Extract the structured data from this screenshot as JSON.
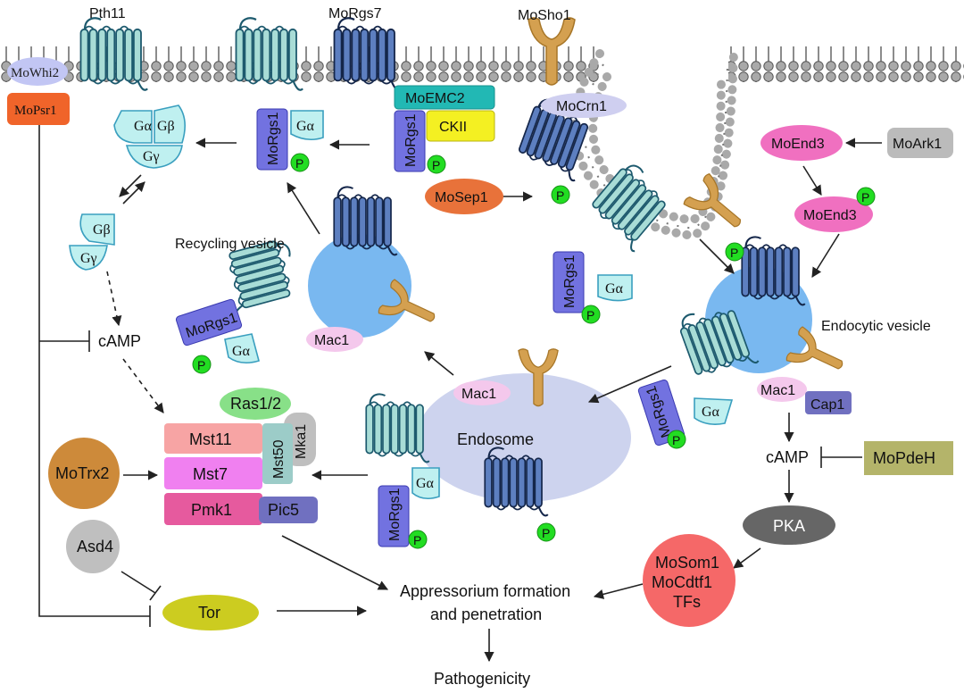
{
  "receptors": {
    "pth11": "Pth11",
    "morgs7": "MoRgs7",
    "mosho1": "MoSho1"
  },
  "membrane_proteins": {
    "mowhi2": "MoWhi2",
    "mopsr1": "MoPsr1",
    "moemc2": "MoEMC2",
    "ckii": "CKII",
    "mocrn1": "MoCrn1"
  },
  "g_protein": {
    "alpha": "Gα",
    "beta": "Gβ",
    "gamma": "Gγ"
  },
  "morgs1": "MoRgs1",
  "phospho": "P",
  "labels": {
    "recycling_vesicle": "Recycling vesicle",
    "endocytic_vesicle": "Endocytic vesicle",
    "endosome": "Endosome",
    "camp_left": "cAMP",
    "camp_right": "cAMP"
  },
  "mapk": {
    "ras": "Ras1/2",
    "mst11": "Mst11",
    "mst7": "Mst7",
    "pmk1": "Pmk1",
    "mst50": "Mst50",
    "mka1": "Mka1",
    "pic5": "Pic5"
  },
  "other_proteins": {
    "motrx2": "MoTrx2",
    "asd4": "Asd4",
    "tor": "Tor",
    "mac1": "Mac1",
    "cap1": "Cap1",
    "mosep1": "MoSep1",
    "moend3": "MoEnd3",
    "moark1": "MoArk1",
    "mopdeh": "MoPdeH",
    "pka": "PKA",
    "mosom1": "MoSom1",
    "mocdtf1": "MoCdtf1",
    "tfs": "TFs"
  },
  "outcomes": {
    "appressorium_line1": "Appressorium formation",
    "appressorium_line2": "and penetration",
    "pathogenicity": "Pathogenicity"
  },
  "colors": {
    "teal_receptor": "#a8dcd6",
    "navy_receptor": "#1f3a6e",
    "gprotein": "#bff0f0",
    "morgs1": "#7272e0",
    "phospho": "#22dd22",
    "vesicle": "#79b8f0",
    "endosome": "#cdd3ee",
    "moend3": "#f070c0",
    "mac1": "#f4c8ec",
    "mosep1": "#e8723a",
    "mopsr1": "#f0642a",
    "mowhi2": "#c2c6f4",
    "moemc2": "#22b8b4",
    "ckii": "#f4f022",
    "mocrn1": "#cfcff0",
    "ras": "#88e088",
    "mst11": "#f7a4a4",
    "mst7": "#f080f0",
    "pmk1": "#e65a9e",
    "mst50": "#9cccc8",
    "mka1": "#bfbfbf",
    "pic5": "#7070c0",
    "motrx2": "#cd8a3a",
    "asd4": "#bfbfbf",
    "tor": "#cccc20",
    "mosom1": "#f56868",
    "pka": "#666666",
    "moark1": "#bbbbbb",
    "mopdeh": "#b4b46a",
    "cap1": "#7070c0",
    "sho1": "#d4a050"
  }
}
